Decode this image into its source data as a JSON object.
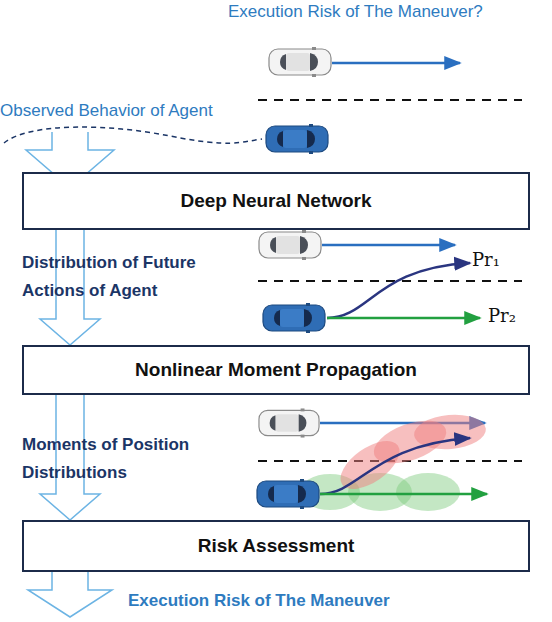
{
  "diagram": {
    "nodes": [
      {
        "text": [
          "Deep Neural Network"
        ]
      },
      {
        "text": [
          "Nonlinear Moment Propagation"
        ]
      },
      {
        "text": [
          "Risk Assessment"
        ]
      }
    ],
    "edges": [
      {
        "from": 0,
        "to": 1,
        "arrow": "to",
        "label": "Distribution of Future Actions of Agent"
      },
      {
        "from": 1,
        "to": 2,
        "arrow": "to",
        "label": "Moments of Position Distributions"
      }
    ],
    "labels": [
      "Execution Risk of The Maneuver?",
      "Observed Behavior of Agent",
      "Pr₁",
      "Pr₂",
      "Execution Risk of The Maneuver"
    ]
  }
}
